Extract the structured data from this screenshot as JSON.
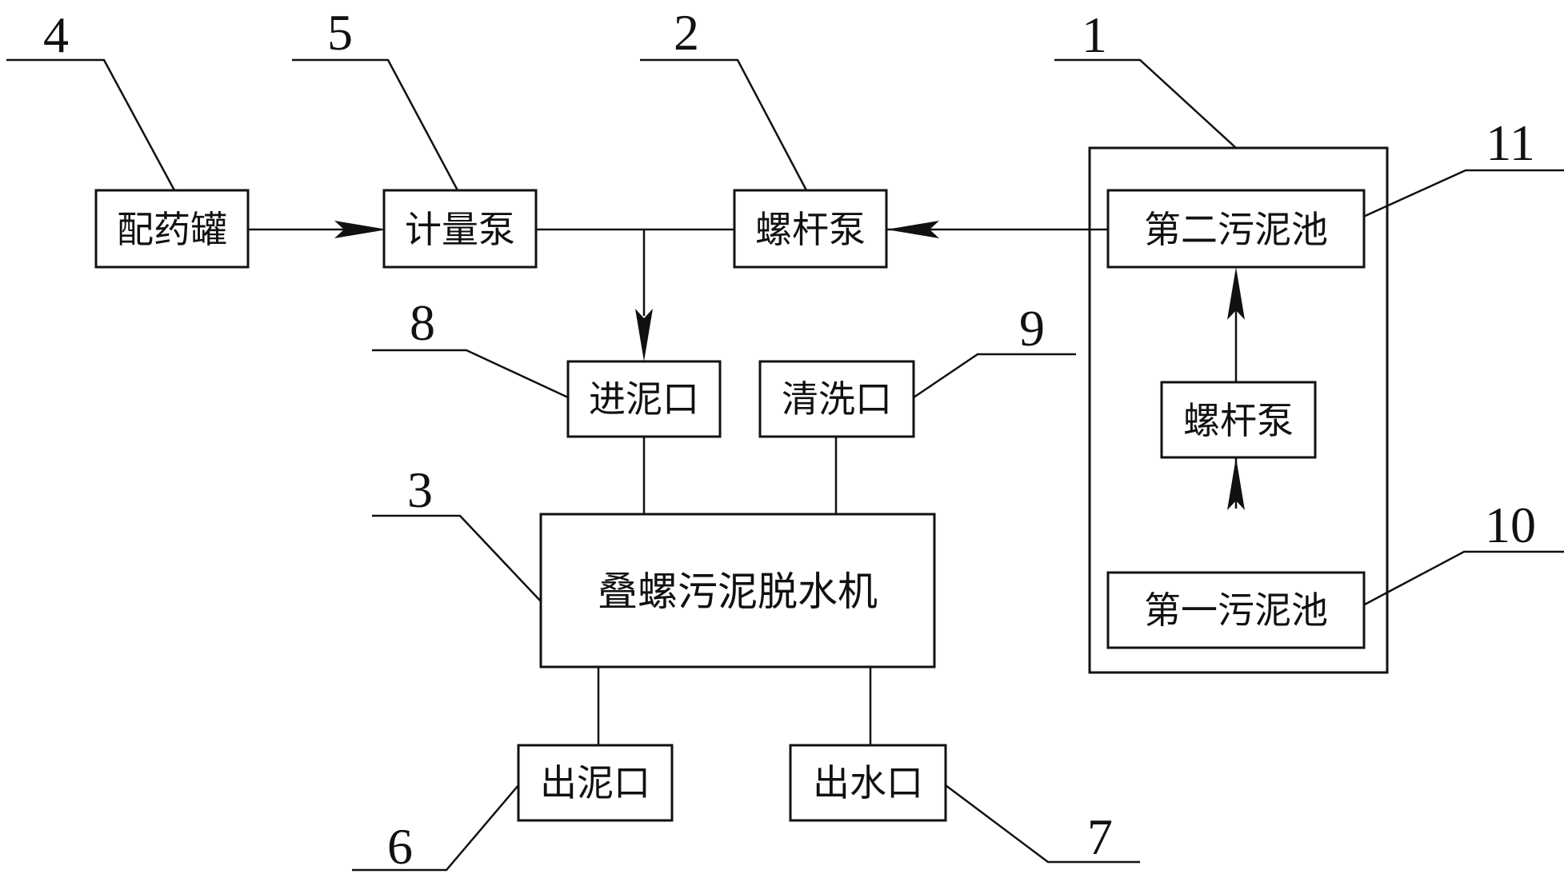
{
  "blocks": {
    "mixing_tank": "配药罐",
    "metering_pump": "计量泵",
    "screw_pump_main": "螺杆泵",
    "second_sludge_tank": "第二污泥池",
    "screw_pump_inner": "螺杆泵",
    "first_sludge_tank": "第一污泥池",
    "sludge_inlet": "进泥口",
    "cleaning_port": "清洗口",
    "dewatering_machine": "叠螺污泥脱水机",
    "sludge_outlet": "出泥口",
    "water_outlet": "出水口"
  },
  "numbers": {
    "n1": "1",
    "n2": "2",
    "n3": "3",
    "n4": "4",
    "n5": "5",
    "n6": "6",
    "n7": "7",
    "n8": "8",
    "n9": "9",
    "n10": "10",
    "n11": "11"
  },
  "colors": {
    "line": "#111111",
    "background": "#ffffff"
  }
}
